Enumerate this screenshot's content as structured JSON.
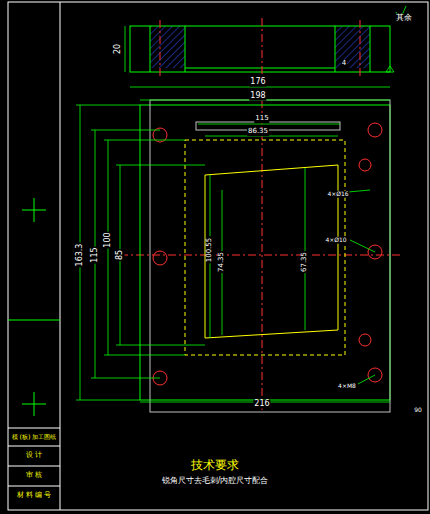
{
  "diagram": {
    "labels": [
      "其余",
      "20",
      "4",
      "176",
      "198",
      "115",
      "86.35",
      "163.3",
      "115",
      "100",
      "85",
      "100.55",
      "74.35",
      "67.35",
      "4×Ø16",
      "4×Ø10",
      "4×M8",
      "216",
      "90",
      "技术要求",
      "锐角尺寸去毛刺/内腔尺寸配合",
      "模 (板) 加工图纸",
      "设 计",
      "审 核",
      "材 料 编 号"
    ]
  }
}
